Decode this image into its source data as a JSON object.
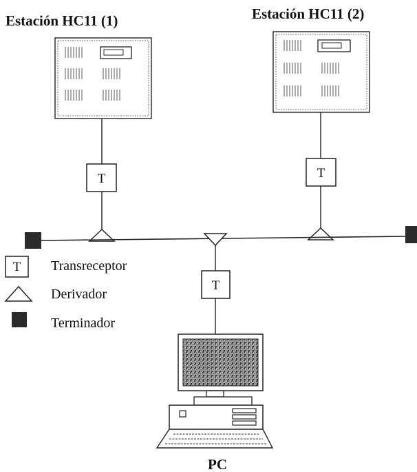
{
  "stations": [
    {
      "title": "Estación HC11 (1)"
    },
    {
      "title": "Estación HC11 (2)"
    }
  ],
  "transceiver_letter": "T",
  "pc": {
    "label": "PC"
  },
  "legend": {
    "items": [
      {
        "symbol": "transceiver",
        "label": "Transreceptor"
      },
      {
        "symbol": "tap",
        "label": "Derivador"
      },
      {
        "symbol": "terminator",
        "label": "Terminador"
      }
    ]
  },
  "colors": {
    "line": "#222222",
    "terminator": "#2a2a2a",
    "background": "#ffffff"
  }
}
